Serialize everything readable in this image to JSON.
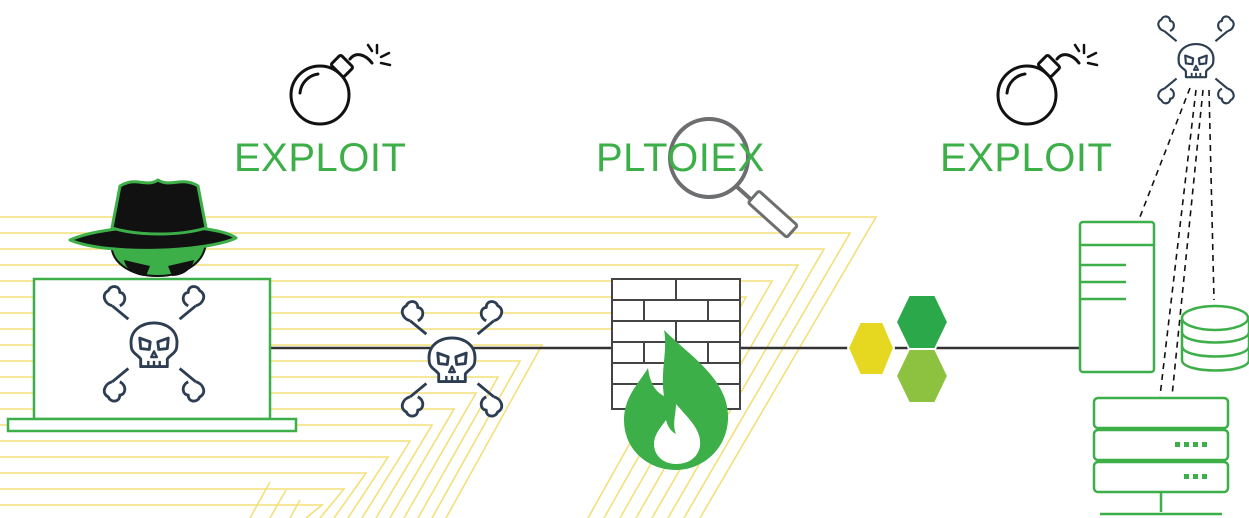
{
  "labels": {
    "exploit_left": "EXPLOIT",
    "scrambled": "PLTOIEX",
    "exploit_right": "EXPLOIT"
  },
  "colors": {
    "green": "#3daf49",
    "dark_green": "#2aa84a",
    "light_green": "#8cc23f",
    "yellow": "#e6d821",
    "yellow_stripe": "#f3e07a",
    "navy": "#2d3e52",
    "gray": "#6d6e70",
    "black": "#111111"
  },
  "icons": [
    "bomb-icon",
    "hacker-hat-icon",
    "skull-crossbones-icon",
    "firewall-icon",
    "fire-icon",
    "magnifier-icon",
    "hexagon-cluster-icon",
    "server-tower-icon",
    "database-icon",
    "server-rack-icon"
  ]
}
